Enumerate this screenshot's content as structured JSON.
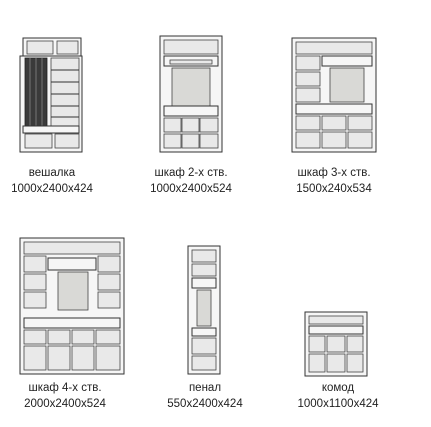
{
  "items": [
    {
      "name": "вешалка",
      "size": "1000х2400х424"
    },
    {
      "name": "шкаф 2-х ств.",
      "size": "1000х2400х524"
    },
    {
      "name": "шкаф 3-х ств.",
      "size": "1500х240х534"
    },
    {
      "name": "шкаф 4-х ств.",
      "size": "2000х2400х524"
    },
    {
      "name": "пенал",
      "size": "550х2400х424"
    },
    {
      "name": "комод",
      "size": "1000х1100х424"
    }
  ]
}
